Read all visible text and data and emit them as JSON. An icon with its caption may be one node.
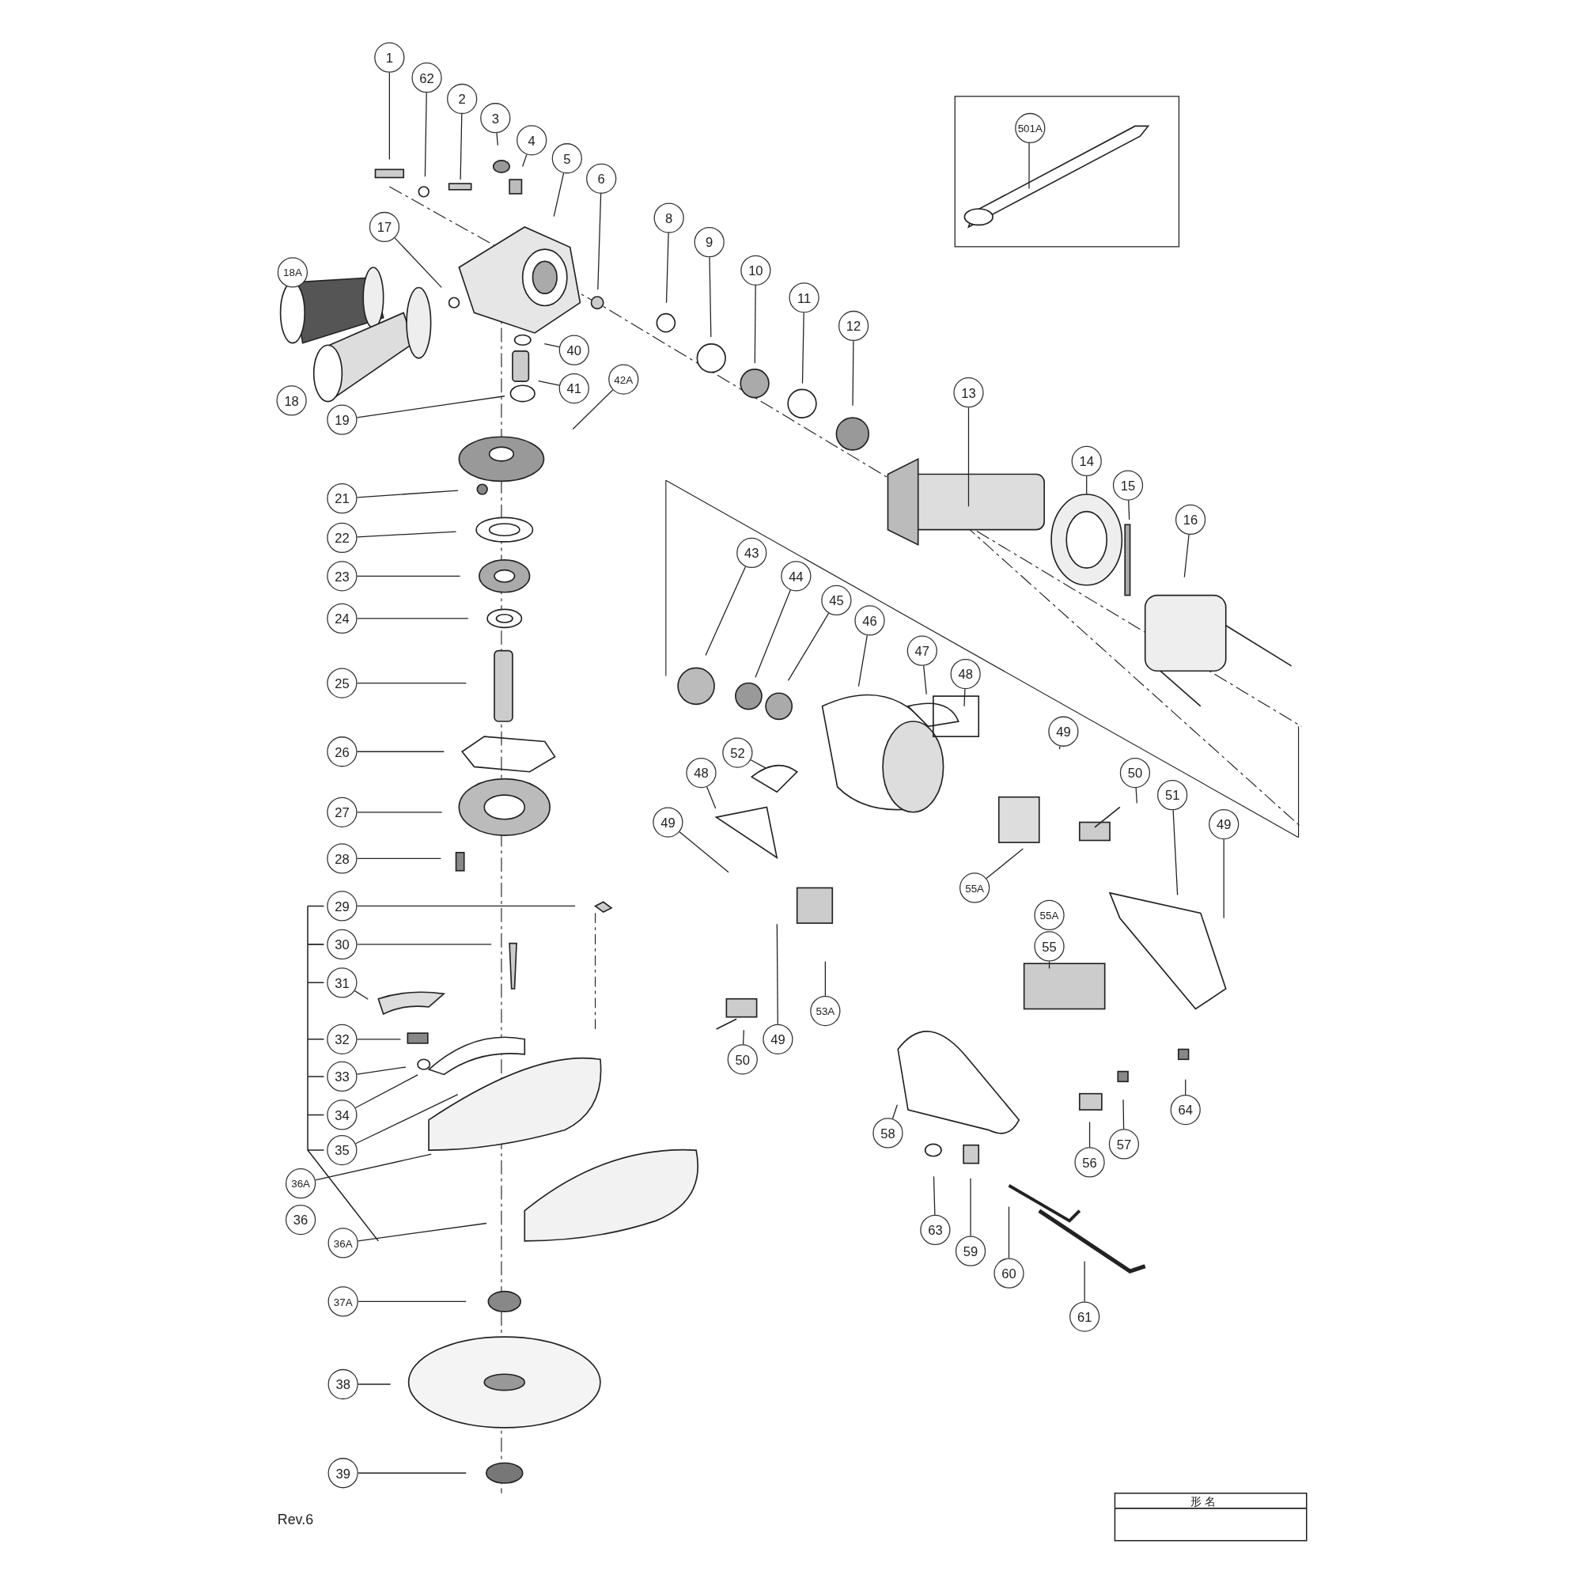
{
  "diagram": {
    "nodes": [
      {
        "text": [],
        "shape": "box"
      },
      {
        "text": [
          "501A"
        ],
        "in": 0
      },
      {
        "text": [
          "1"
        ]
      },
      {
        "text": [
          "62"
        ]
      },
      {
        "text": [
          "2"
        ]
      },
      {
        "text": [
          "3"
        ]
      },
      {
        "text": [
          "4"
        ]
      },
      {
        "text": [
          "5"
        ]
      },
      {
        "text": [
          "6"
        ]
      },
      {
        "text": [
          "8"
        ]
      },
      {
        "text": [
          "17"
        ]
      },
      {
        "text": [
          "9"
        ]
      },
      {
        "text": [
          "10"
        ]
      },
      {
        "text": [
          "18A"
        ]
      },
      {
        "text": [
          "11"
        ]
      },
      {
        "text": [
          "12"
        ]
      },
      {
        "text": [
          "40"
        ]
      },
      {
        "text": [
          "42A"
        ]
      },
      {
        "text": [
          "41"
        ]
      },
      {
        "text": [
          "13"
        ]
      },
      {
        "text": [
          "18"
        ]
      },
      {
        "text": [
          "19"
        ]
      },
      {
        "text": [
          "14"
        ]
      },
      {
        "text": [
          "15"
        ]
      },
      {
        "text": [
          "21"
        ]
      },
      {
        "text": [
          "16"
        ]
      },
      {
        "text": [
          "22"
        ]
      },
      {
        "text": [
          "43"
        ]
      },
      {
        "text": [
          "23"
        ]
      },
      {
        "text": [
          "44"
        ]
      },
      {
        "text": [
          "45"
        ]
      },
      {
        "text": [
          "24"
        ]
      },
      {
        "text": [
          "46"
        ]
      },
      {
        "text": [
          "47"
        ]
      },
      {
        "text": [
          "48"
        ]
      },
      {
        "text": [
          "25"
        ]
      },
      {
        "text": [
          "49"
        ]
      },
      {
        "text": [
          "26"
        ]
      },
      {
        "text": [
          "52"
        ]
      },
      {
        "text": [
          "48"
        ]
      },
      {
        "text": [
          "50"
        ]
      },
      {
        "text": [
          "51"
        ]
      },
      {
        "text": [
          "27"
        ]
      },
      {
        "text": [
          "49"
        ]
      },
      {
        "text": [
          "49"
        ]
      },
      {
        "text": [
          "28"
        ]
      },
      {
        "text": [
          "55A"
        ]
      },
      {
        "text": [
          "29"
        ]
      },
      {
        "text": [
          "55A"
        ]
      },
      {
        "text": [
          "30"
        ]
      },
      {
        "text": [
          "55"
        ]
      },
      {
        "text": [
          "31"
        ]
      },
      {
        "text": [
          "53A"
        ]
      },
      {
        "text": [
          "32"
        ]
      },
      {
        "text": [
          "49"
        ]
      },
      {
        "text": [
          "50"
        ]
      },
      {
        "text": [
          "33"
        ]
      },
      {
        "text": [
          "34"
        ]
      },
      {
        "text": [
          "64"
        ]
      },
      {
        "text": [
          "58"
        ]
      },
      {
        "text": [
          "57"
        ]
      },
      {
        "text": [
          "35"
        ]
      },
      {
        "text": [
          "56"
        ]
      },
      {
        "text": [
          "36A"
        ]
      },
      {
        "text": [
          "36"
        ]
      },
      {
        "text": [
          "63"
        ]
      },
      {
        "text": [
          "36A"
        ]
      },
      {
        "text": [
          "59"
        ]
      },
      {
        "text": [
          "60"
        ]
      },
      {
        "text": [
          "37A"
        ]
      },
      {
        "text": [
          "61"
        ]
      },
      {
        "text": [
          "38"
        ]
      },
      {
        "text": [
          "39"
        ]
      }
    ],
    "edges": [
      {
        "from": 1,
        "to": null,
        "arrow": "none"
      },
      {
        "from": 2,
        "to": null,
        "arrow": "none"
      },
      {
        "from": 3,
        "to": null,
        "arrow": "none"
      },
      {
        "from": 4,
        "to": null,
        "arrow": "none"
      },
      {
        "from": 5,
        "to": null,
        "arrow": "none"
      },
      {
        "from": 6,
        "to": null,
        "arrow": "none"
      },
      {
        "from": 7,
        "to": null,
        "arrow": "none"
      },
      {
        "from": 8,
        "to": null,
        "arrow": "none"
      },
      {
        "from": 9,
        "to": null,
        "arrow": "none"
      },
      {
        "from": 10,
        "to": null,
        "arrow": "none"
      },
      {
        "from": 11,
        "to": null,
        "arrow": "none"
      },
      {
        "from": 12,
        "to": null,
        "arrow": "none"
      },
      {
        "from": 14,
        "to": null,
        "arrow": "none"
      },
      {
        "from": 15,
        "to": null,
        "arrow": "none"
      },
      {
        "from": 16,
        "to": null,
        "arrow": "none"
      },
      {
        "from": 17,
        "to": null,
        "arrow": "none"
      },
      {
        "from": 18,
        "to": null,
        "arrow": "none"
      },
      {
        "from": 19,
        "to": null,
        "arrow": "none"
      },
      {
        "from": 21,
        "to": null,
        "arrow": "none"
      },
      {
        "from": 22,
        "to": null,
        "arrow": "none"
      },
      {
        "from": 23,
        "to": null,
        "arrow": "none"
      },
      {
        "from": 24,
        "to": null,
        "arrow": "none"
      },
      {
        "from": 25,
        "to": null,
        "arrow": "none"
      },
      {
        "from": 26,
        "to": null,
        "arrow": "none"
      },
      {
        "from": 27,
        "to": null,
        "arrow": "none"
      },
      {
        "from": 28,
        "to": null,
        "arrow": "none"
      },
      {
        "from": 29,
        "to": null,
        "arrow": "none"
      },
      {
        "from": 30,
        "to": null,
        "arrow": "none"
      },
      {
        "from": 31,
        "to": null,
        "arrow": "none"
      },
      {
        "from": 32,
        "to": null,
        "arrow": "none"
      },
      {
        "from": 33,
        "to": null,
        "arrow": "none"
      },
      {
        "from": 34,
        "to": null,
        "arrow": "none"
      },
      {
        "from": 35,
        "to": null,
        "arrow": "none"
      },
      {
        "from": 36,
        "to": null,
        "arrow": "none"
      },
      {
        "from": 37,
        "to": null,
        "arrow": "none"
      },
      {
        "from": 38,
        "to": null,
        "arrow": "none"
      },
      {
        "from": 39,
        "to": null,
        "arrow": "none"
      },
      {
        "from": 40,
        "to": null,
        "arrow": "none"
      },
      {
        "from": 41,
        "to": null,
        "arrow": "none"
      },
      {
        "from": 42,
        "to": null,
        "arrow": "none"
      },
      {
        "from": 43,
        "to": null,
        "arrow": "none"
      },
      {
        "from": 44,
        "to": null,
        "arrow": "none"
      },
      {
        "from": 45,
        "to": null,
        "arrow": "none"
      },
      {
        "from": 46,
        "to": null,
        "arrow": "none"
      },
      {
        "from": 47,
        "to": null,
        "arrow": "none"
      },
      {
        "from": 49,
        "to": null,
        "arrow": "none"
      },
      {
        "from": 50,
        "to": null,
        "arrow": "none"
      },
      {
        "from": 51,
        "to": null,
        "arrow": "none"
      },
      {
        "from": 52,
        "to": null,
        "arrow": "none"
      },
      {
        "from": 53,
        "to": null,
        "arrow": "none"
      },
      {
        "from": 54,
        "to": null,
        "arrow": "none"
      },
      {
        "from": 55,
        "to": null,
        "arrow": "none"
      },
      {
        "from": 56,
        "to": null,
        "arrow": "none"
      },
      {
        "from": 57,
        "to": null,
        "arrow": "none"
      },
      {
        "from": 58,
        "to": null,
        "arrow": "none"
      },
      {
        "from": 59,
        "to": null,
        "arrow": "none"
      },
      {
        "from": 60,
        "to": null,
        "arrow": "none"
      },
      {
        "from": 61,
        "to": null,
        "arrow": "none"
      },
      {
        "from": 62,
        "to": null,
        "arrow": "none"
      },
      {
        "from": 63,
        "to": null,
        "arrow": "none"
      },
      {
        "from": 65,
        "to": null,
        "arrow": "none"
      },
      {
        "from": 66,
        "to": null,
        "arrow": "none"
      },
      {
        "from": 67,
        "to": null,
        "arrow": "none"
      },
      {
        "from": 68,
        "to": null,
        "arrow": "none"
      },
      {
        "from": 69,
        "to": null,
        "arrow": "none"
      },
      {
        "from": 70,
        "to": null,
        "arrow": "none"
      },
      {
        "from": 71,
        "to": null,
        "arrow": "none"
      },
      {
        "from": 72,
        "to": null,
        "arrow": "none"
      }
    ],
    "labels": [
      "Rev.6",
      "形 名"
    ]
  }
}
